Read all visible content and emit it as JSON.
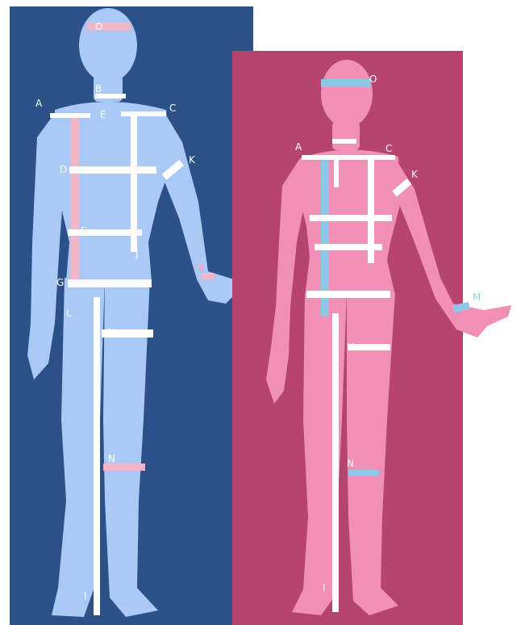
{
  "colors": {
    "background": "#ffffff",
    "male_panel": "#2c5088",
    "female_panel": "#b5446e",
    "male_body": "#aac9f4",
    "female_body": "#f090b6",
    "male_band": "#f2b6c8",
    "female_band": "#8fc6e8",
    "measure_line": "#ffffff",
    "male_label": "#ffffff",
    "female_label": "#ffffff",
    "male_M_label": "#f7a8c0",
    "female_M_label": "#9ad6f0"
  },
  "male": {
    "labels": {
      "O": "O",
      "B": "B",
      "A": "A",
      "C": "C",
      "K": "K",
      "D": "D",
      "E": "E",
      "F": "F",
      "G": "G",
      "L": "L",
      "J": "J",
      "M": "M",
      "H": "H",
      "N": "N",
      "I": "I"
    }
  },
  "female": {
    "labels": {
      "O": "O",
      "A": "A",
      "C": "C",
      "K": "K",
      "M": "M",
      "H": "H",
      "N": "N",
      "I": "I"
    }
  }
}
